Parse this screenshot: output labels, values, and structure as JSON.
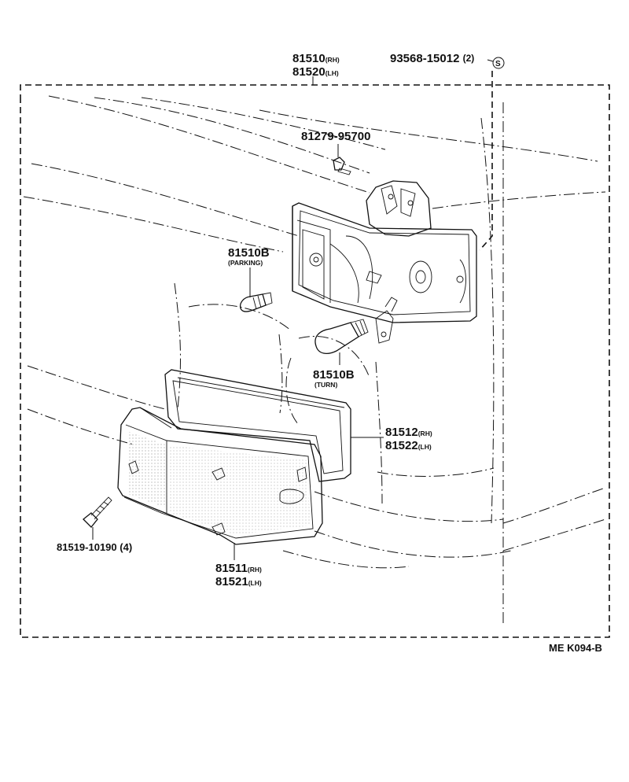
{
  "diagram_code": "ME K094-B",
  "parts": {
    "lamp_assy": {
      "number_rh": "81510",
      "tag_rh": "(RH)",
      "number_lh": "81520",
      "tag_lh": "(LH)"
    },
    "nut": {
      "number": "93568-15012",
      "qty": "(2)",
      "symbol": "S"
    },
    "screw_top": {
      "number": "81279-95700"
    },
    "bulb_parking": {
      "number": "81510B",
      "tag": "(PARKING)"
    },
    "bulb_turn": {
      "number": "81510B",
      "tag": "(TURN)"
    },
    "gasket": {
      "number_rh": "81512",
      "tag_rh": "(RH)",
      "number_lh": "81522",
      "tag_lh": "(LH)"
    },
    "lens_screw": {
      "number": "81519-10190",
      "qty": "(4)"
    },
    "lens": {
      "number_rh": "81511",
      "tag_rh": "(RH)",
      "number_lh": "81521",
      "tag_lh": "(LH)"
    }
  }
}
